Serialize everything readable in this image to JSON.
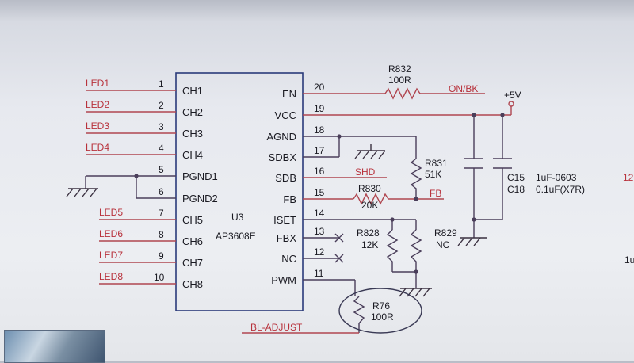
{
  "chip": {
    "ref": "U3",
    "part": "AP3608E",
    "left_pins": [
      {
        "num": "1",
        "name": "CH1",
        "net": "LED1"
      },
      {
        "num": "2",
        "name": "CH2",
        "net": "LED2"
      },
      {
        "num": "3",
        "name": "CH3",
        "net": "LED3"
      },
      {
        "num": "4",
        "name": "CH4",
        "net": "LED4"
      },
      {
        "num": "5",
        "name": "PGND1",
        "net": ""
      },
      {
        "num": "6",
        "name": "PGND2",
        "net": ""
      },
      {
        "num": "7",
        "name": "CH5",
        "net": "LED5"
      },
      {
        "num": "8",
        "name": "CH6",
        "net": "LED6"
      },
      {
        "num": "9",
        "name": "CH7",
        "net": "LED7"
      },
      {
        "num": "10",
        "name": "CH8",
        "net": "LED8"
      }
    ],
    "right_pins": [
      {
        "num": "20",
        "name": "EN"
      },
      {
        "num": "19",
        "name": "VCC"
      },
      {
        "num": "18",
        "name": "AGND"
      },
      {
        "num": "17",
        "name": "SDBX"
      },
      {
        "num": "16",
        "name": "SDB"
      },
      {
        "num": "15",
        "name": "FB"
      },
      {
        "num": "14",
        "name": "ISET"
      },
      {
        "num": "13",
        "name": "FBX"
      },
      {
        "num": "12",
        "name": "NC"
      },
      {
        "num": "11",
        "name": "PWM"
      }
    ]
  },
  "nets": {
    "on_bk": "ON/BK",
    "vcc": "+5V",
    "shd": "SHD",
    "fb": "FB",
    "bl_adjust": "BL-ADJUST"
  },
  "components": {
    "r832": {
      "ref": "R832",
      "value": "100R"
    },
    "r831": {
      "ref": "R831",
      "value": "51K"
    },
    "r830": {
      "ref": "R830",
      "value": "20K"
    },
    "r828": {
      "ref": "R828",
      "value": "12K"
    },
    "r829": {
      "ref": "R829",
      "value": "NC"
    },
    "r76": {
      "ref": "R76",
      "value": "100R"
    },
    "c15": {
      "ref": "C15",
      "value": "1uF-0603"
    },
    "c18": {
      "ref": "C18",
      "value": "0.1uF(X7R)"
    }
  },
  "edge_fragments": {
    "right_top": "12",
    "right_mid": "1u"
  },
  "colors": {
    "net_label": "#b8323c",
    "wire": "#b04650",
    "chip_body": "#2a3a7a"
  }
}
